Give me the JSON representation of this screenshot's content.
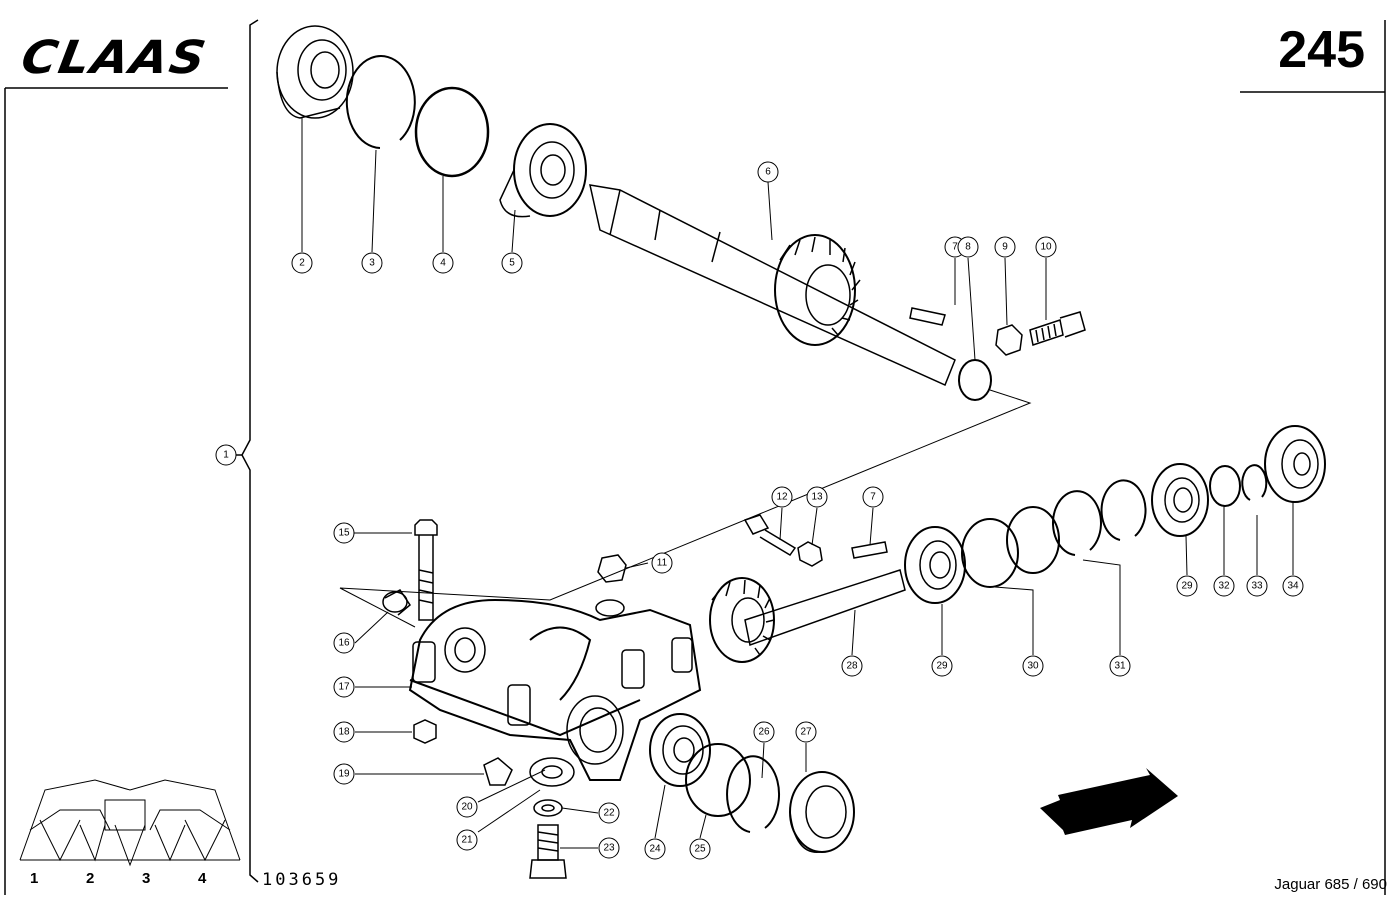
{
  "header": {
    "brand": "CLAAS",
    "page_number": "245"
  },
  "footer": {
    "drawing_number": "103659",
    "model": "Jaguar 685 / 690"
  },
  "thumbnail": {
    "labels": [
      "1",
      "2",
      "3",
      "4"
    ]
  },
  "callouts": {
    "c1": "1",
    "c2": "2",
    "c3": "3",
    "c4": "4",
    "c5": "5",
    "c6": "6",
    "c7a": "7",
    "c7b": "7",
    "c8": "8",
    "c9": "9",
    "c10": "10",
    "c11": "11",
    "c12": "12",
    "c13": "13",
    "c15": "15",
    "c16": "16",
    "c17": "17",
    "c18": "18",
    "c19": "19",
    "c20": "20",
    "c21": "21",
    "c22": "22",
    "c23": "23",
    "c24": "24",
    "c25": "25",
    "c26": "26",
    "c27": "27",
    "c28": "28",
    "c29a": "29",
    "c29b": "29",
    "c30": "30",
    "c31": "31",
    "c32": "32",
    "c33": "33",
    "c34": "34"
  }
}
